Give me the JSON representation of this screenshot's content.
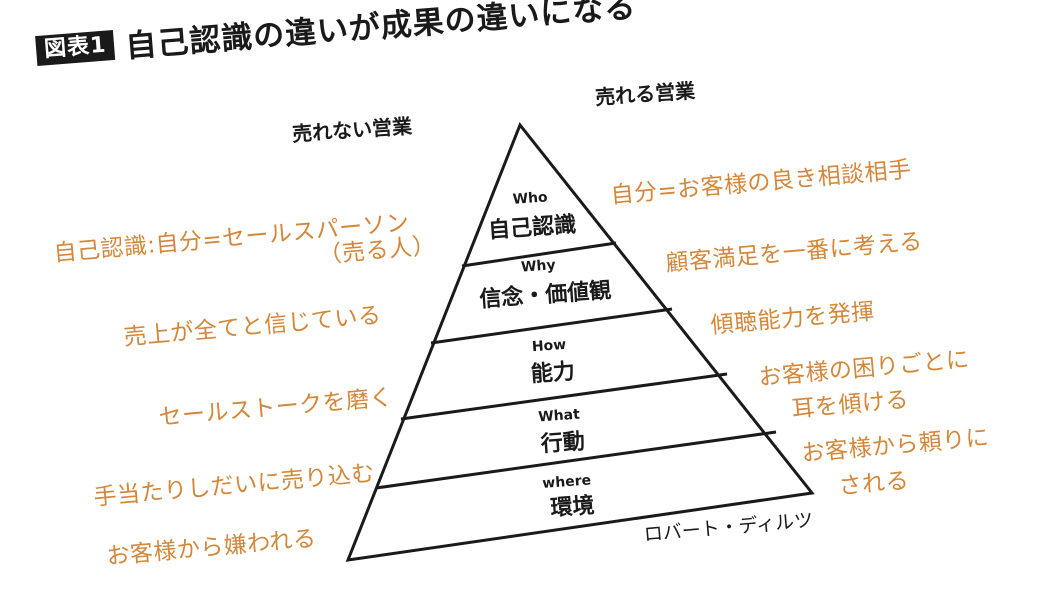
{
  "figure_tag": "図表1",
  "title": "自己認識の違いが成果の違いになる",
  "left_heading": "売れない営業",
  "right_heading": "売れる営業",
  "pyramid": [
    {
      "en": "Who",
      "jp": "自己認識"
    },
    {
      "en": "Why",
      "jp": "信念・価値観"
    },
    {
      "en": "How",
      "jp": "能力"
    },
    {
      "en": "What",
      "jp": "行動"
    },
    {
      "en": "where",
      "jp": "環境"
    }
  ],
  "left_items": [
    {
      "line1": "自己認識:自分=セールスパーソン",
      "line2": "（売る人）"
    },
    {
      "line1": "売上が全てと信じている"
    },
    {
      "line1": "セールストークを磨く"
    },
    {
      "line1": "手当たりしだいに売り込む"
    },
    {
      "line1": "お客様から嫌われる"
    }
  ],
  "right_items": [
    {
      "line1": "自分=お客様の良き相談相手"
    },
    {
      "line1": "顧客満足を一番に考える"
    },
    {
      "line1": "傾聴能力を発揮"
    },
    {
      "line1": "お客様の困りごとに",
      "line2": "耳を傾ける"
    },
    {
      "line1": "お客様から頼りに",
      "line2": "される"
    }
  ],
  "credit": "ロバート・ディルツ",
  "colors": {
    "accent": "#d4873a",
    "ink": "#1a1a1a",
    "tag_bg": "#1a1a1a"
  }
}
